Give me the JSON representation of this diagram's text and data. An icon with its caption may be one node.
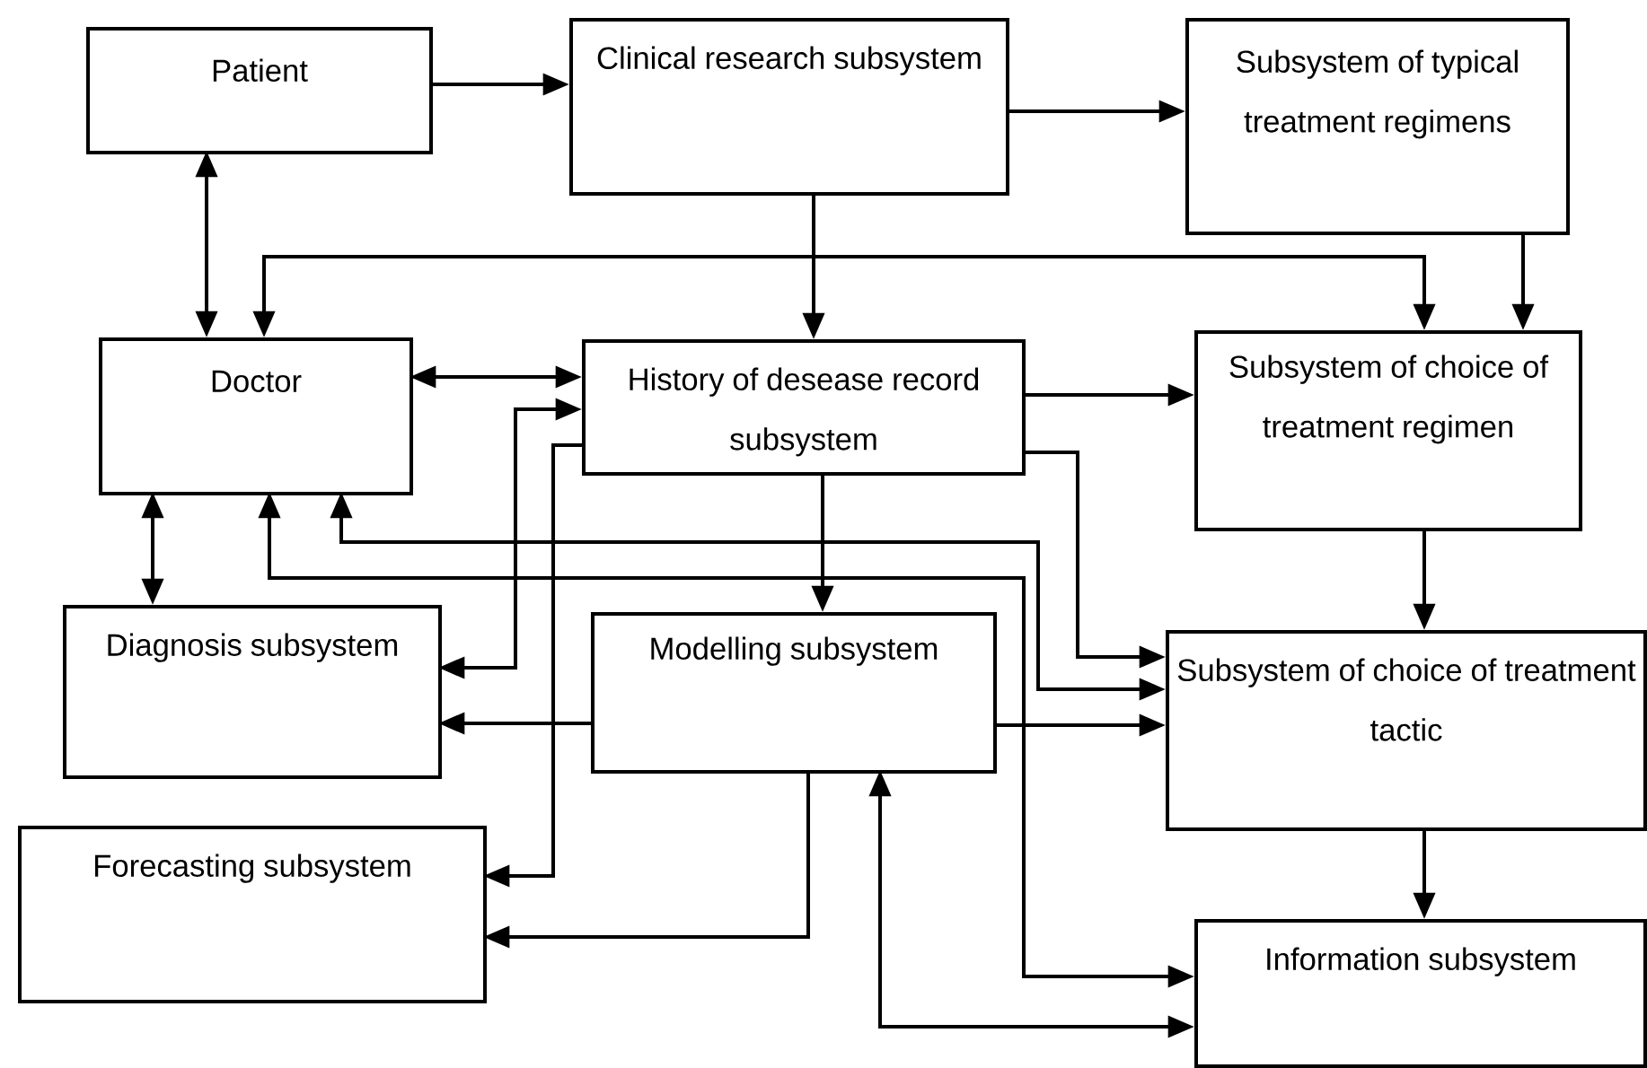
{
  "diagram": {
    "nodes": [
      {
        "text": [
          "Patient"
        ]
      },
      {
        "text": [
          "Clinical research subsystem"
        ]
      },
      {
        "text": [
          "Subsystem of typical treatment regimens"
        ]
      },
      {
        "text": [
          "Doctor"
        ]
      },
      {
        "text": [
          "History of desease record subsystem"
        ]
      },
      {
        "text": [
          "Subsystem of choice of treatment regimen"
        ]
      },
      {
        "text": [
          "Diagnosis subsystem"
        ]
      },
      {
        "text": [
          "Modelling subsystem"
        ]
      },
      {
        "text": [
          "Subsystem of choice of treatment tactic"
        ]
      },
      {
        "text": [
          "Forecasting subsystem"
        ]
      },
      {
        "text": [
          "Information subsystem"
        ]
      }
    ],
    "edges": [
      {
        "from": 0,
        "to": 1,
        "arrow": "to"
      },
      {
        "from": 0,
        "to": 3,
        "arrow": "both"
      },
      {
        "from": 1,
        "to": 2,
        "arrow": "to"
      },
      {
        "from": 1,
        "to": 4,
        "arrow": "to"
      },
      {
        "from": 1,
        "to": 3,
        "arrow": "to"
      },
      {
        "from": 1,
        "to": 5,
        "arrow": "to"
      },
      {
        "from": 2,
        "to": 5,
        "arrow": "to"
      },
      {
        "from": 3,
        "to": 4,
        "arrow": "both"
      },
      {
        "from": 4,
        "to": 6,
        "arrow": "both"
      },
      {
        "from": 4,
        "to": 9,
        "arrow": "to"
      },
      {
        "from": 4,
        "to": 5,
        "arrow": "to"
      },
      {
        "from": 4,
        "to": 8,
        "arrow": "to"
      },
      {
        "from": 4,
        "to": 7,
        "arrow": "to"
      },
      {
        "from": 8,
        "to": 3,
        "arrow": "both"
      },
      {
        "from": 3,
        "to": 10,
        "arrow": "both"
      },
      {
        "from": 7,
        "to": 6,
        "arrow": "to"
      },
      {
        "from": 7,
        "to": 8,
        "arrow": "to"
      },
      {
        "from": 7,
        "to": 9,
        "arrow": "to"
      },
      {
        "from": 7,
        "to": 10,
        "arrow": "both"
      },
      {
        "from": 5,
        "to": 8,
        "arrow": "to"
      },
      {
        "from": 8,
        "to": 10,
        "arrow": "to"
      },
      {
        "from": 3,
        "to": 6,
        "arrow": "both"
      }
    ]
  }
}
